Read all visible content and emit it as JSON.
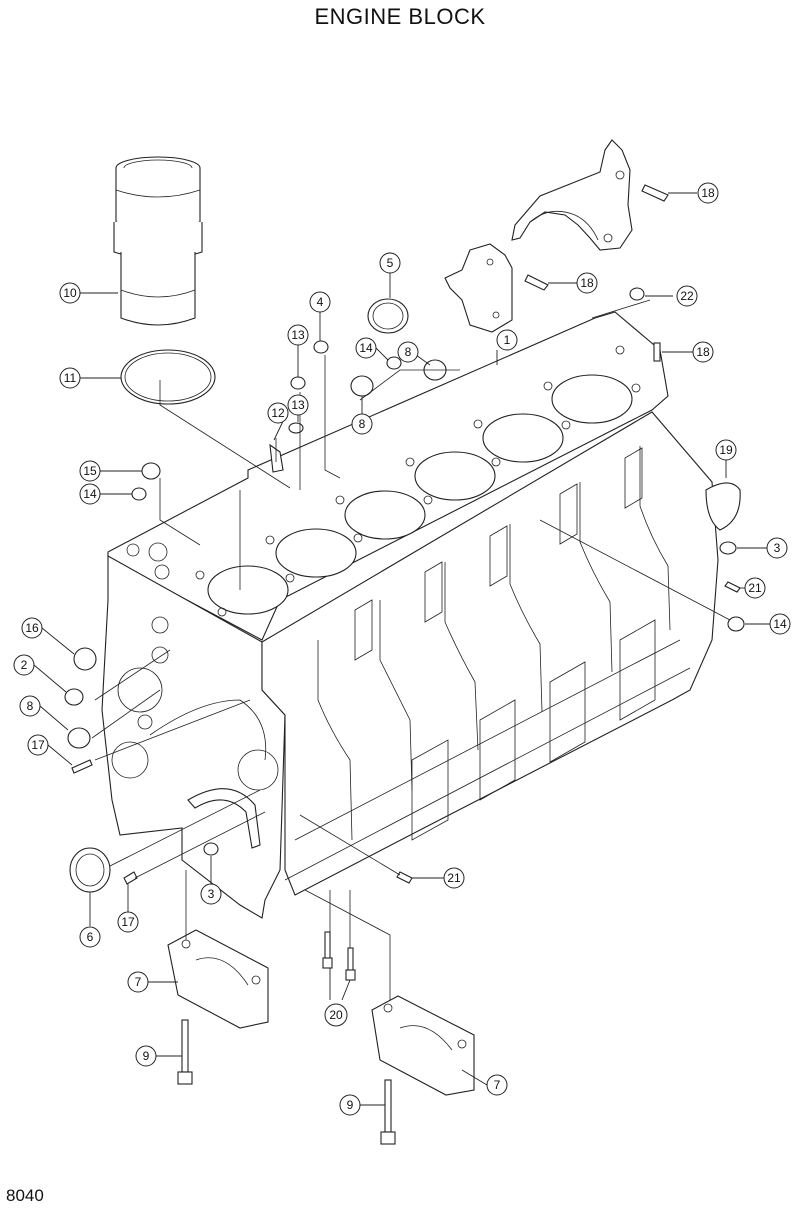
{
  "header": {
    "title": "ENGINE BLOCK"
  },
  "footer": {
    "page_number": "8040"
  },
  "callouts": [
    {
      "id": "c1",
      "label": "1"
    },
    {
      "id": "c2",
      "label": "2"
    },
    {
      "id": "c3a",
      "label": "3"
    },
    {
      "id": "c3b",
      "label": "3"
    },
    {
      "id": "c4",
      "label": "4"
    },
    {
      "id": "c5",
      "label": "5"
    },
    {
      "id": "c6",
      "label": "6"
    },
    {
      "id": "c7a",
      "label": "7"
    },
    {
      "id": "c7b",
      "label": "7"
    },
    {
      "id": "c8a",
      "label": "8"
    },
    {
      "id": "c8b",
      "label": "8"
    },
    {
      "id": "c8c",
      "label": "8"
    },
    {
      "id": "c9a",
      "label": "9"
    },
    {
      "id": "c9b",
      "label": "9"
    },
    {
      "id": "c10",
      "label": "10"
    },
    {
      "id": "c11",
      "label": "11"
    },
    {
      "id": "c12",
      "label": "12"
    },
    {
      "id": "c13a",
      "label": "13"
    },
    {
      "id": "c13b",
      "label": "13"
    },
    {
      "id": "c14a",
      "label": "14"
    },
    {
      "id": "c14b",
      "label": "14"
    },
    {
      "id": "c14c",
      "label": "14"
    },
    {
      "id": "c15",
      "label": "15"
    },
    {
      "id": "c16",
      "label": "16"
    },
    {
      "id": "c17a",
      "label": "17"
    },
    {
      "id": "c17b",
      "label": "17"
    },
    {
      "id": "c18a",
      "label": "18"
    },
    {
      "id": "c18b",
      "label": "18"
    },
    {
      "id": "c18c",
      "label": "18"
    },
    {
      "id": "c19",
      "label": "19"
    },
    {
      "id": "c20",
      "label": "20"
    },
    {
      "id": "c21a",
      "label": "21"
    },
    {
      "id": "c21b",
      "label": "21"
    },
    {
      "id": "c22",
      "label": "22"
    }
  ]
}
